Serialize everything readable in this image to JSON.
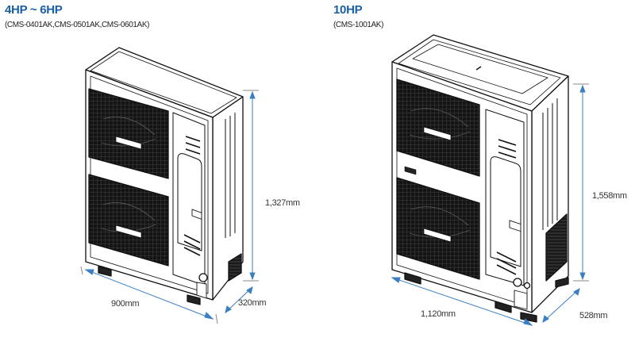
{
  "units": [
    {
      "title": "4HP ~ 6HP",
      "models": "(CMS-0401AK,CMS-0501AK,CMS-0601AK)",
      "height": "1,327mm",
      "width": "900mm",
      "depth": "320mm"
    },
    {
      "title": "10HP",
      "models": "(CMS-1001AK)",
      "height": "1,558mm",
      "width": "1,120mm",
      "depth": "528mm"
    }
  ],
  "colors": {
    "title": "#1b5fa6",
    "dimension_line": "#3a7fc4",
    "unit_fill": "#1a1a1a"
  }
}
